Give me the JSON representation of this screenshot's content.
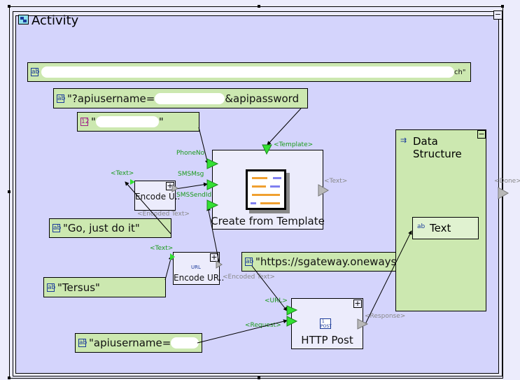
{
  "activity": {
    "title": "Activity",
    "icon": "activity-icon",
    "minimize": "−"
  },
  "constants": [
    {
      "id": "url-base",
      "prefix": "",
      "suffix": "ch\""
    },
    {
      "id": "api-query",
      "prefix": "\"?apiusername=",
      "suffix": "&apipassword"
    },
    {
      "id": "number",
      "prefix": "\"",
      "suffix": "\""
    },
    {
      "id": "message",
      "prefix": "\"Go, just do it\"",
      "suffix": ""
    },
    {
      "id": "https",
      "prefix": "\"https://sgateway.onewaysms",
      "suffix": ""
    },
    {
      "id": "tersus",
      "prefix": "\"Tersus\"",
      "suffix": ""
    },
    {
      "id": "apiusername",
      "prefix": "\"apiusername=",
      "suffix": ""
    }
  ],
  "template": {
    "title": "Create from Template",
    "in_template": "<Template>",
    "in_phone": "PhoneNo",
    "in_msg": "SMSMsg",
    "in_sender": "SMSSendId",
    "out_text": "<Text>"
  },
  "encode1": {
    "title": "Encode U..",
    "in": "<Text>",
    "out": "<Encoded Text>",
    "plus": "+"
  },
  "encode2": {
    "title": "Encode UR..",
    "in": "<Text>",
    "out": "<Encoded Text>",
    "plus": "+",
    "icon_text": "URL"
  },
  "http": {
    "title": "HTTP Post",
    "in_url": "<URL>",
    "in_request": "<Request>",
    "out": "<Response>",
    "plus": "+"
  },
  "data_structure": {
    "title": "Data Structure",
    "field": "Text",
    "minimize": "−"
  },
  "exit_label": "<Done>",
  "colors": {
    "canvas": "#d4d4fc",
    "constant": "#cce8b0",
    "node": "#ececfc",
    "port_in": "#33e033",
    "port_out": "#b8b8b8"
  }
}
